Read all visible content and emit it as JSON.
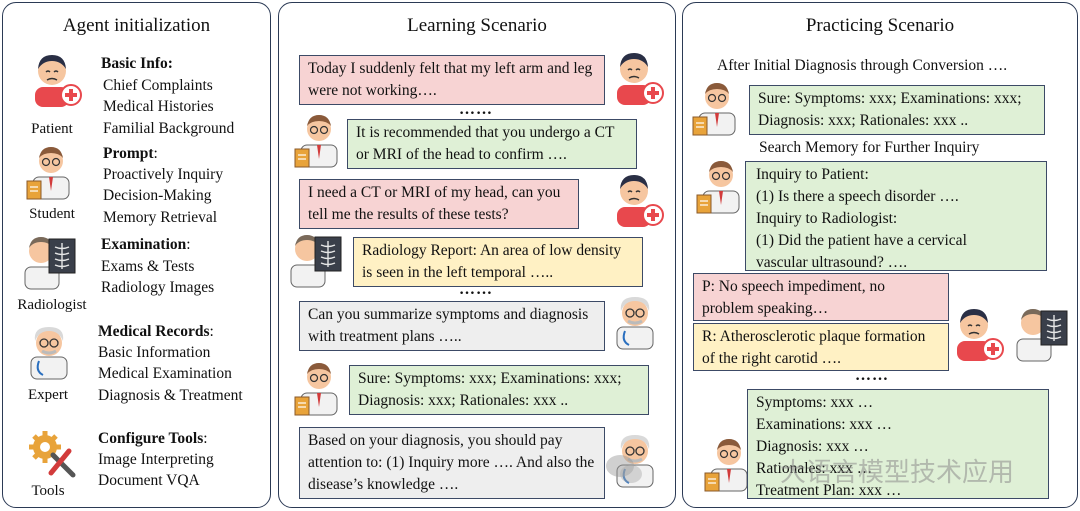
{
  "agent_init": {
    "title": "Agent initialization",
    "roles": [
      {
        "label": "Patient",
        "heading": "Basic Info:",
        "items": [
          "Chief Complaints",
          "Medical Histories",
          "Familial Background"
        ]
      },
      {
        "label": "Student",
        "heading": "Prompt",
        "heading_suffix": ":",
        "items": [
          "Proactively Inquiry",
          "Decision-Making",
          "Memory Retrieval"
        ]
      },
      {
        "label": "Radiologist",
        "heading": "Examination",
        "heading_suffix": ":",
        "items": [
          "Exams & Tests",
          "Radiology Images"
        ]
      },
      {
        "label": "Expert",
        "heading": "Medical Records",
        "heading_suffix": ":",
        "items": [
          "Basic Information",
          "Medical Examination",
          "Diagnosis & Treatment"
        ]
      },
      {
        "label": "Tools",
        "heading": "Configure Tools",
        "heading_suffix": ":",
        "items": [
          "Image Interpreting",
          "Document VQA"
        ]
      }
    ]
  },
  "learning": {
    "title": "Learning Scenario",
    "dots": "……",
    "messages": [
      "Today I suddenly felt that my left arm and leg were not working….",
      "It is recommended that you undergo a CT or MRI of the head to confirm ….",
      "I need a CT or MRI of my head, can you tell me the results of these tests?",
      "Radiology Report: An area of low density is seen in the left temporal …..",
      "Can you summarize symptoms and diagnosis with treatment plans …..",
      "Sure: Symptoms: xxx; Examinations: xxx; Diagnosis: xxx; Rationales: xxx ..",
      "Based on your diagnosis, you should pay attention to: (1) Inquiry more …. And also the disease’s knowledge …."
    ]
  },
  "practicing": {
    "title": "Practicing Scenario",
    "caption1": "After Initial Diagnosis through Conversion ….",
    "first_reply": "Sure: Symptoms: xxx; Examinations: xxx; Diagnosis: xxx; Rationales: xxx ..",
    "caption2": "Search Memory for Further Inquiry",
    "inquiry": [
      "Inquiry to Patient:",
      "(1)  Is there a speech disorder ….",
      "Inquiry to Radiologist:",
      "(1)  Did the patient have a cervical",
      "vascular ultrasound? …."
    ],
    "patient_reply": "P: No speech impediment, no problem speaking…",
    "radiologist_reply": "R: Atherosclerotic plaque formation of the right  carotid ….",
    "dots": "……",
    "final": [
      "Symptoms: xxx …",
      "Examinations: xxx …",
      "Diagnosis: xxx …",
      "Rationales: xxx …",
      "Treatment Plan: xxx …"
    ]
  },
  "watermark": {
    "text": "大语言模型技术应用"
  },
  "colors": {
    "border": "#2b3a55",
    "pink": "#f7d3d3",
    "green": "#dff0d6",
    "yellow": "#fff1c4",
    "gray": "#eeeeee"
  }
}
